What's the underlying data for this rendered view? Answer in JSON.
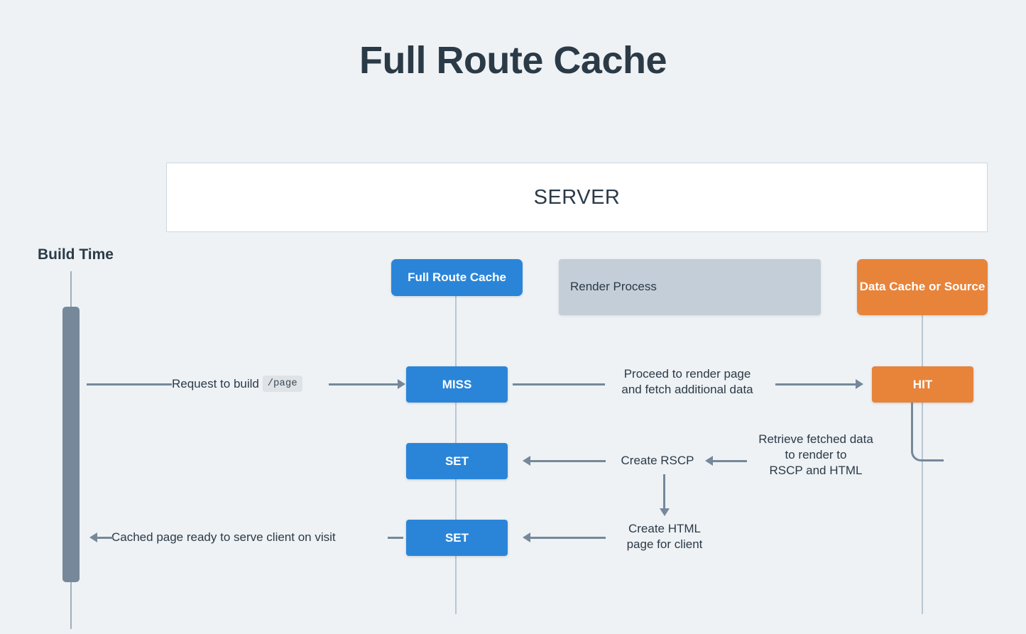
{
  "page": {
    "title": "Full Route Cache",
    "background_color": "#eef2f5"
  },
  "server": {
    "label": "SERVER",
    "background_color": "#ffffff",
    "border_color": "#cdd8e1"
  },
  "timeline": {
    "label": "Build Time",
    "bar_color": "#76889a"
  },
  "participants": [
    {
      "id": "full-route-cache",
      "label": "Full Route Cache",
      "color": "#2a85d8",
      "text_color": "#ffffff"
    },
    {
      "id": "render-process",
      "label": "Render Process",
      "color": "#c3ced8",
      "text_color": "#2b3a47"
    },
    {
      "id": "data-cache-or-source",
      "label": "Data Cache or Source",
      "color": "#e8833a",
      "text_color": "#ffffff"
    }
  ],
  "state_boxes": {
    "miss": "MISS",
    "set_rscp": "SET",
    "set_html": "SET",
    "hit": "HIT"
  },
  "messages": {
    "request_to_build_prefix": "Request to build",
    "request_to_build_route": "/page",
    "proceed_to_render": "Proceed to render page\nand fetch additional data",
    "proceed_to_render_line1": "Proceed to render page",
    "proceed_to_render_line2": "and fetch additional data",
    "retrieve_fetched_line1": "Retrieve fetched data",
    "retrieve_fetched_line2": "to render to",
    "retrieve_fetched_line3": "RSCP and HTML",
    "create_rscp": "Create RSCP",
    "create_html_line1": "Create HTML",
    "create_html_line2": "page for client",
    "cached_page_ready": "Cached page ready to serve client on visit"
  },
  "colors": {
    "accent_blue": "#2a85d8",
    "accent_orange": "#e8833a",
    "neutral_gray": "#76889a",
    "lifeline": "#b9c7d2",
    "text": "#2b3a47"
  }
}
